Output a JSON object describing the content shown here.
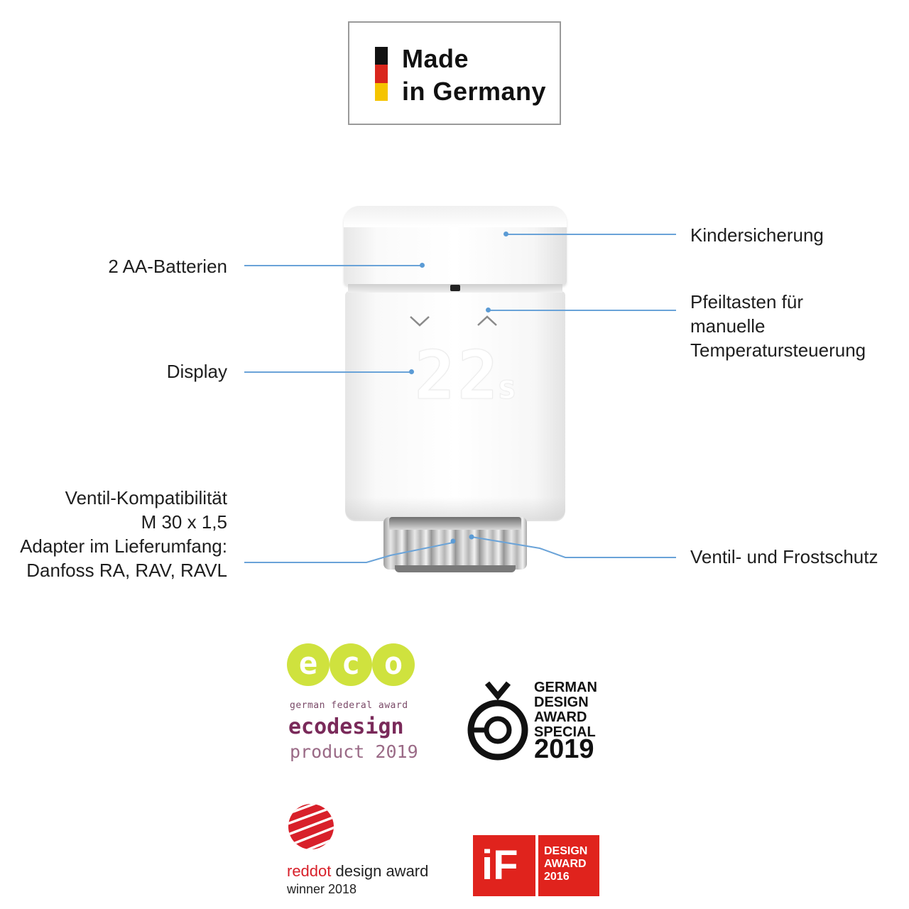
{
  "badge": {
    "line1": "Made",
    "line2": "in Germany",
    "flag_colors": [
      "#111111",
      "#d9261c",
      "#f5c400"
    ]
  },
  "device": {
    "display_value": "22",
    "display_suffix": "s"
  },
  "callouts": {
    "batteries": "2 AA-Batterien",
    "display": "Display",
    "valve_compat": {
      "line1": "Ventil-Kompatibilität",
      "line2": "M 30 x 1,5",
      "line3": "Adapter im Lieferumfang:",
      "line4": "Danfoss RA, RAV, RAVL"
    },
    "child_lock": "Kindersicherung",
    "arrow_keys": {
      "line1": "Pfeiltasten für",
      "line2": "manuelle",
      "line3": "Temperatursteuerung"
    },
    "valve_frost": "Ventil- und Frostschutz",
    "line_color": "#5b9bd5"
  },
  "awards": {
    "eco": {
      "letters": [
        "e",
        "c",
        "o"
      ],
      "line1": "german federal award",
      "line2": "ecodesign",
      "line3": "product 2019",
      "circle_color": "#cfe23e"
    },
    "german_design": {
      "line1": "GERMAN",
      "line2": "DESIGN",
      "line3": "AWARD",
      "line4": "SPECIAL",
      "year": "2019"
    },
    "reddot": {
      "red_part": "reddot",
      "rest": " design award",
      "sub": "winner 2018"
    },
    "if_award": {
      "letters": "iF",
      "line1": "DESIGN",
      "line2": "AWARD",
      "line3": "2016",
      "color": "#e0231d"
    }
  }
}
